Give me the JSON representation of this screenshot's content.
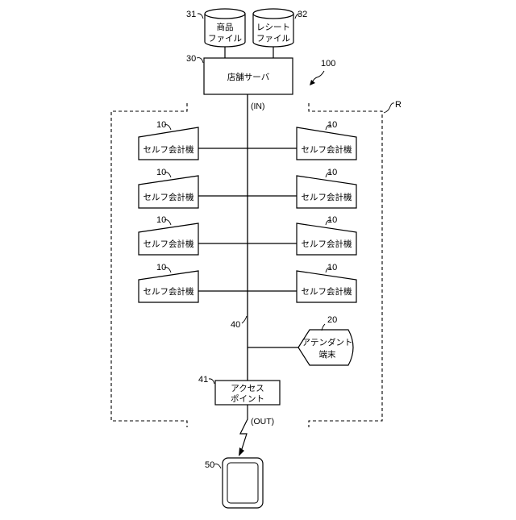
{
  "figure": {
    "number": "100",
    "region": "R"
  },
  "files": {
    "product": {
      "ref": "31",
      "line1": "商品",
      "line2": "ファイル"
    },
    "receipt": {
      "ref": "32",
      "line1": "レシート",
      "line2": "ファイル"
    }
  },
  "server": {
    "ref": "30",
    "label": "店舗サーバ"
  },
  "network": {
    "ref": "40",
    "in_label": "(IN)",
    "out_label": "(OUT)"
  },
  "checkout": {
    "ref": "10",
    "label": "セルフ会計機"
  },
  "attendant": {
    "ref": "20",
    "line1": "アテンダント",
    "line2": "端末"
  },
  "access_point": {
    "ref": "41",
    "line1": "アクセス",
    "line2": "ポイント"
  },
  "mobile": {
    "ref": "50"
  }
}
